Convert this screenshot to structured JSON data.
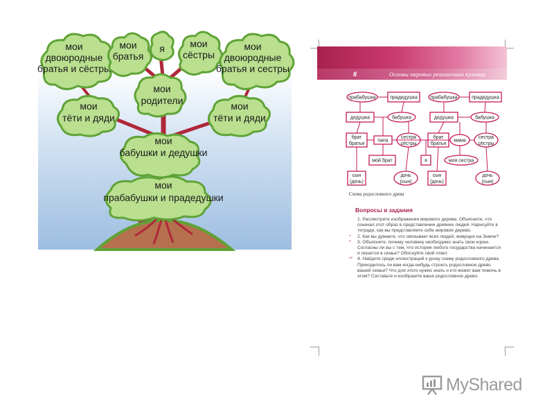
{
  "tree": {
    "clouds": [
      {
        "id": "cousins-left",
        "lines": [
          "мои",
          "двоюродные",
          "братья и сёстры"
        ]
      },
      {
        "id": "brothers",
        "lines": [
          "мои",
          "братья"
        ]
      },
      {
        "id": "me",
        "lines": [
          "я"
        ]
      },
      {
        "id": "sisters",
        "lines": [
          "мои",
          "сёстры"
        ]
      },
      {
        "id": "cousins-right",
        "lines": [
          "мои",
          "двоюродные",
          "братья и сестры"
        ]
      },
      {
        "id": "parents",
        "lines": [
          "мои",
          "родители"
        ]
      },
      {
        "id": "aunts-left",
        "lines": [
          "мои",
          "тёти и дяди"
        ]
      },
      {
        "id": "aunts-right",
        "lines": [
          "мои",
          "тёти и дяди"
        ]
      },
      {
        "id": "grandparents",
        "lines": [
          "мои",
          "бабушки и дедушки"
        ]
      },
      {
        "id": "great-grandparents",
        "lines": [
          "мои",
          "прабабушки и прадедушки"
        ]
      }
    ],
    "colors": {
      "cloud": "#b9df8f",
      "cloud_stroke": "#5fa336",
      "trunk": "#b0273a",
      "ground": "#b5704d",
      "sky": "#aac6e3"
    }
  },
  "book": {
    "page_number": "8",
    "running_title": "Основы мировых религиозных культур",
    "scheme_nodes": {
      "praba1": "прабабушка",
      "prade1": "прадедушка",
      "praba2": "прабабушка",
      "prade2": "прадедушка",
      "ded1": "дедушка",
      "bab1": "бабушка",
      "ded2": "дедушка",
      "bab2": "бабушка",
      "brat1a": "брат",
      "brat1b": "братья",
      "papa": "папа",
      "sestra1a": "сестра",
      "sestra1b": "сёстры",
      "brat2a": "брат",
      "brat2b": "братья",
      "mama": "мама",
      "sestra2a": "сестра",
      "sestra2b": "сёстры",
      "moybrat": "мой брат",
      "ya": "я",
      "moyasestra": "моя сестра",
      "syn1a": "сын",
      "syn1b": "(дочь)",
      "doch1a": "дочь",
      "doch1b": "(сын)",
      "syn2a": "сын",
      "syn2b": "(дочь)",
      "doch2a": "дочь",
      "doch2b": "(сын)"
    },
    "caption": "Схема родословного древа",
    "questions_title": "Вопросы и задания",
    "questions": [
      {
        "mark": "",
        "text": "1. Рассмотрите изображения мирового дерева. Объясните, что означал этот образ в представлении древних людей. Нарисуйте в тетради, как вы представляете себе мировое дерево."
      },
      {
        "mark": "*",
        "text": "2. Как вы думаете, что связывает всех людей, живущих на Земле?"
      },
      {
        "mark": "*",
        "text": "3. Объясните, почему человеку необходимо знать свои корни. Согласны ли вы с тем, что история любого государства начинается и пишется в семье? Обоснуйте свой ответ."
      },
      {
        "mark": "**",
        "text": "4. Найдите среди иллюстраций к уроку схему родословного древа. Приходилось ли вам когда-нибудь строить родословное древо вашей семьи? Что для этого нужно знать и кто может вам помочь в этом? Составьте и изобразите ваше родословное древо."
      }
    ],
    "accent": "#a8224f"
  },
  "logo": {
    "my": "My",
    "shared": "Shared"
  }
}
